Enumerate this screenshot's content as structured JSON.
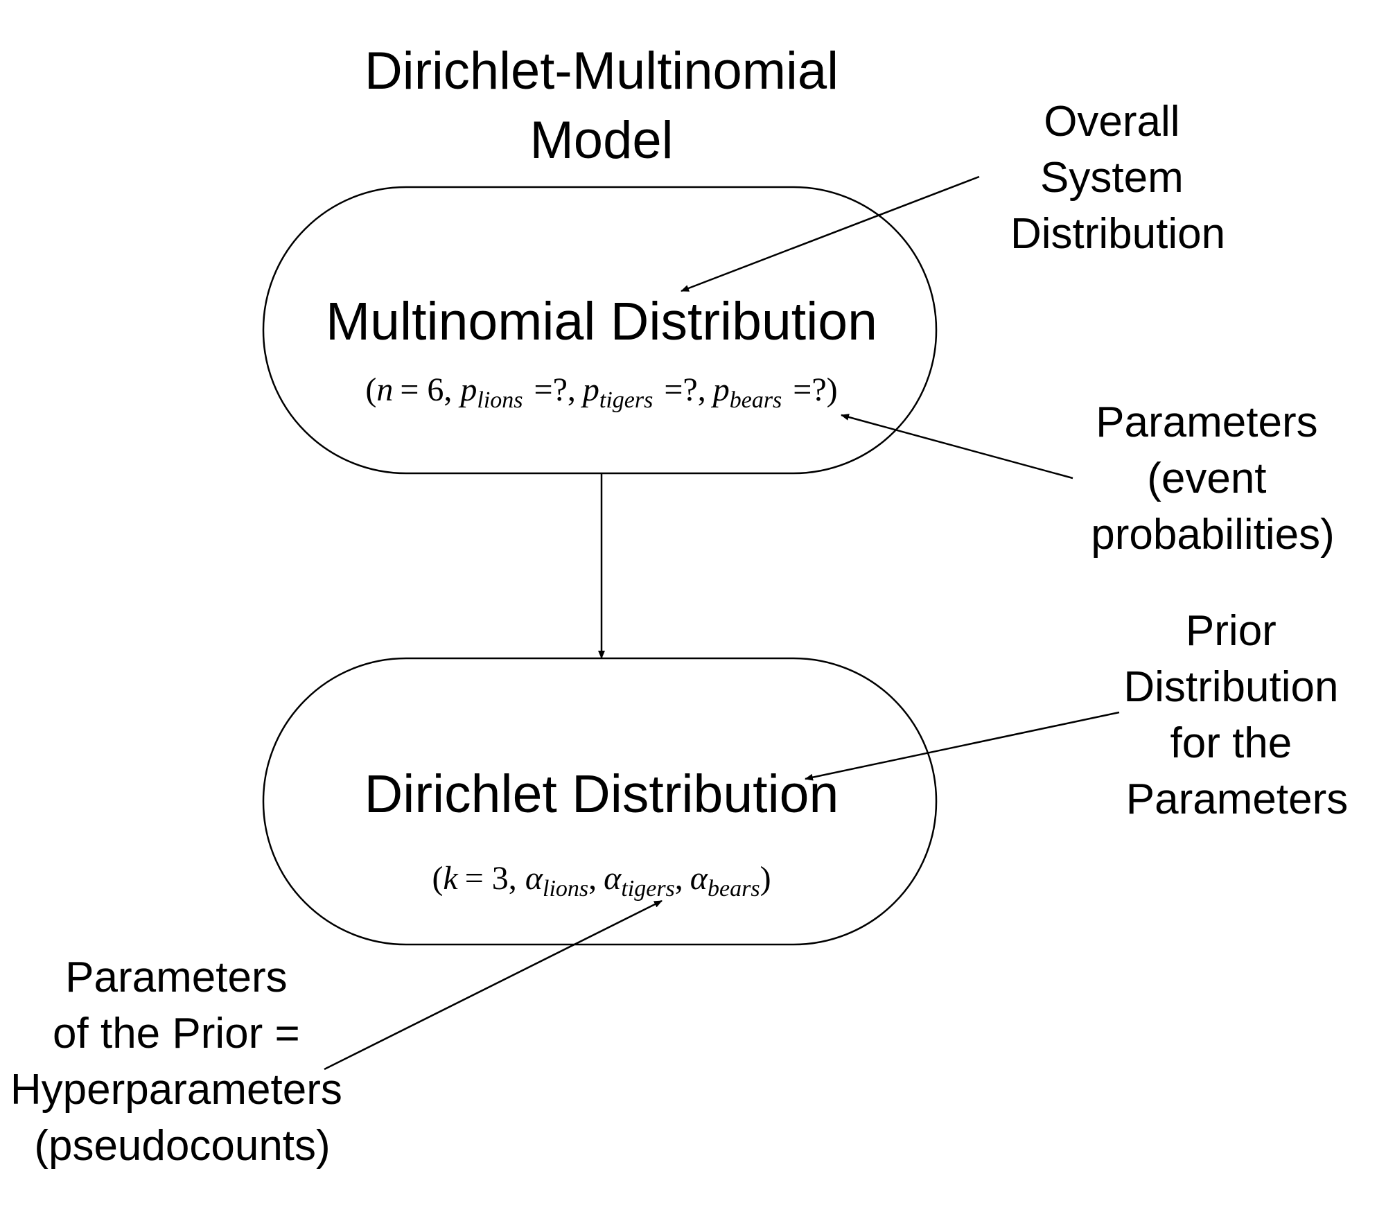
{
  "title": {
    "line1": "Dirichlet-Multinomial",
    "line2": "Model"
  },
  "nodes": {
    "multinomial": {
      "label": "Multinomial Distribution",
      "params": {
        "n_sym": "n",
        "n_val": "= 6,",
        "p_sym": "p",
        "sub_lions": "lions",
        "sub_tigers": "tigers",
        "sub_bears": "bears",
        "q1": "=?,",
        "q2": "=?,",
        "q3": "=?",
        "open": "(",
        "close": ")"
      }
    },
    "dirichlet": {
      "label": "Dirichlet Distribution",
      "params": {
        "k_sym": "k",
        "k_val": "= 3,",
        "alpha": "α",
        "sub_lions": "lions",
        "sub_tigers": "tigers",
        "sub_bears": "bears",
        "comma": ",",
        "open": "(",
        "close": ")"
      }
    }
  },
  "annotations": {
    "overall": [
      "Overall",
      "System",
      "Distribution"
    ],
    "parameters": [
      "Parameters",
      "(event",
      "probabilities)"
    ],
    "prior": [
      "Prior",
      "Distribution",
      "for the",
      "Parameters"
    ],
    "hyper": [
      "Parameters",
      "of the Prior =",
      "Hyperparameters",
      "(pseudocounts)"
    ]
  },
  "colors": {
    "ink": "#000000",
    "background": "#ffffff"
  }
}
